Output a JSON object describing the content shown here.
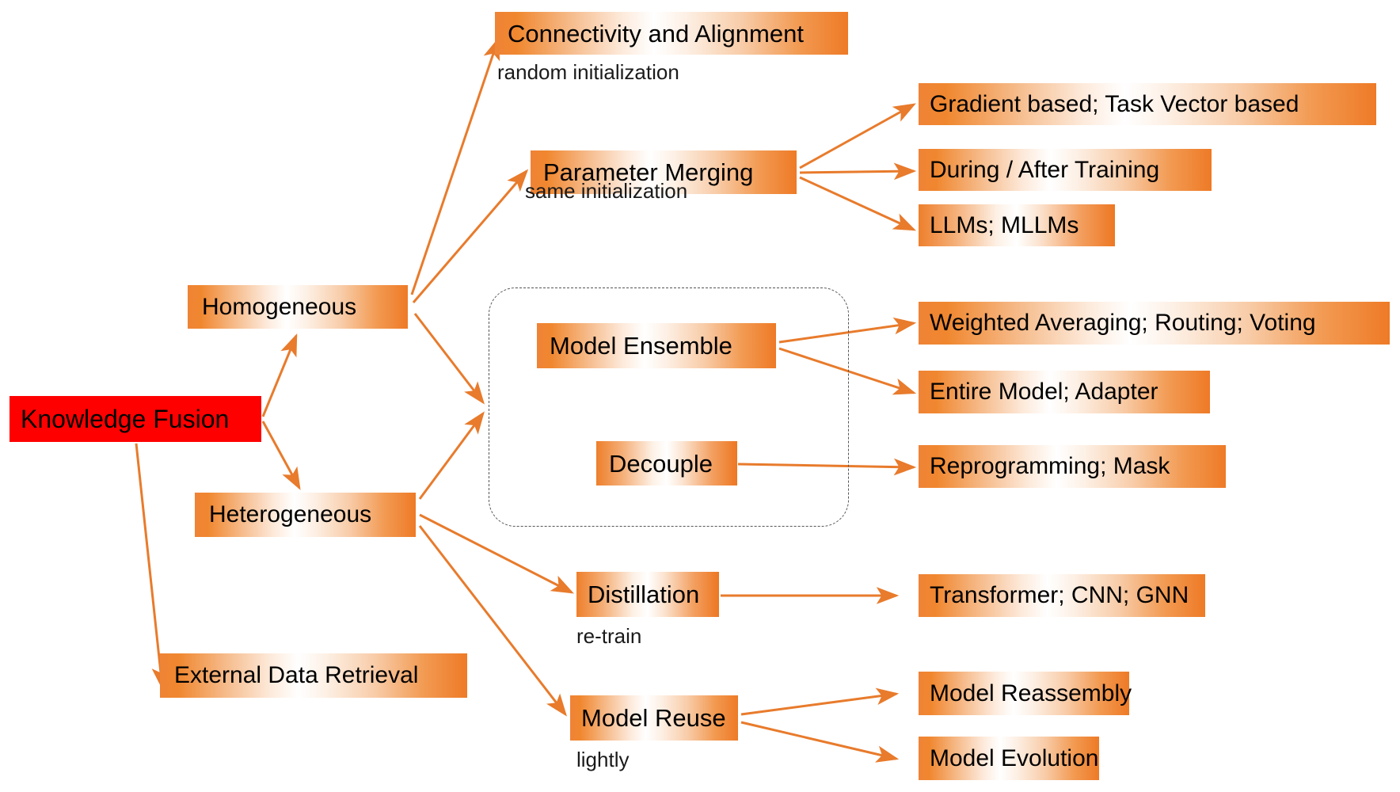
{
  "diagram": {
    "title": "Knowledge Fusion taxonomy",
    "colors": {
      "root_fill": "#ff0000",
      "node_fill_start": "#ef8336",
      "node_fill_end": "#ee7a26",
      "node_highlight": "#ffffff",
      "arrow": "#e87b2c",
      "dashed_border": "#555555",
      "text": "#000000"
    },
    "nodes": {
      "root": {
        "label": "Knowledge Fusion"
      },
      "homogeneous": {
        "label": "Homogeneous"
      },
      "heterogeneous": {
        "label": "Heterogeneous"
      },
      "external_data_retrieval": {
        "label": "External Data Retrieval"
      },
      "connectivity_alignment": {
        "label": "Connectivity and Alignment"
      },
      "parameter_merging": {
        "label": "Parameter Merging"
      },
      "gradient_task_vector": {
        "label": "Gradient based; Task Vector based"
      },
      "during_after_training": {
        "label": "During / After Training"
      },
      "llms_mllms": {
        "label": "LLMs; MLLMs"
      },
      "model_ensemble": {
        "label": "Model Ensemble"
      },
      "decouple": {
        "label": "Decouple"
      },
      "weighted_routing_voting": {
        "label": "Weighted Averaging; Routing; Voting"
      },
      "entire_model_adapter": {
        "label": "Entire Model; Adapter"
      },
      "reprogramming_mask": {
        "label": "Reprogramming; Mask"
      },
      "distillation": {
        "label": "Distillation"
      },
      "transformer_cnn_gnn": {
        "label": "Transformer; CNN; GNN"
      },
      "model_reuse": {
        "label": "Model Reuse"
      },
      "model_reassembly": {
        "label": "Model Reassembly"
      },
      "model_evolution": {
        "label": "Model Evolution"
      }
    },
    "annotations": {
      "random_initialization": "random initialization",
      "same_initialization": "same initialization",
      "re_train": "re-train",
      "lightly": "lightly"
    }
  }
}
